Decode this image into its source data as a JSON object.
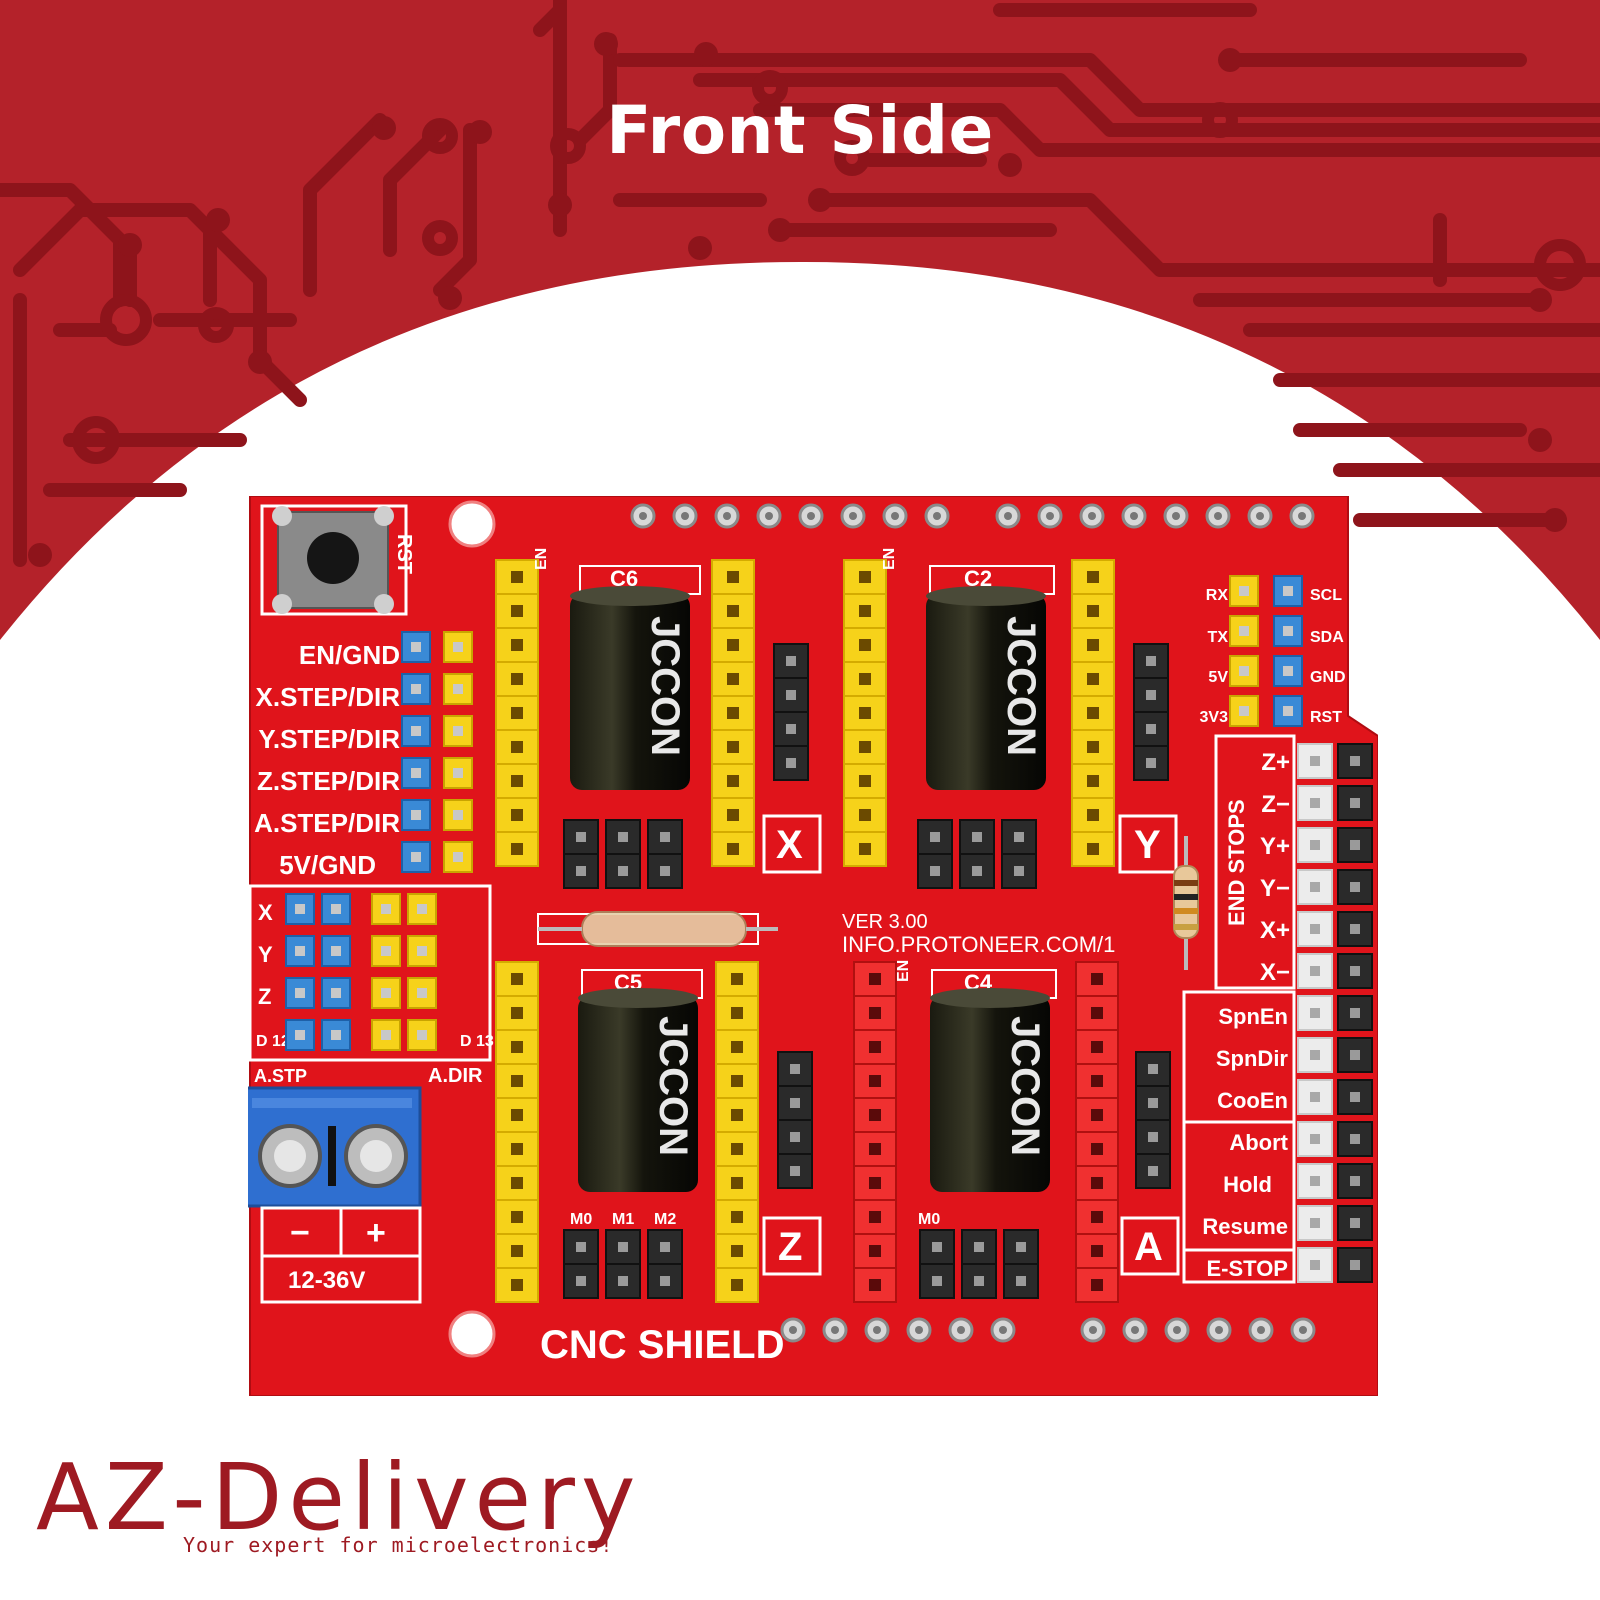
{
  "banner": {
    "title": "Front Side"
  },
  "colors": {
    "banner_red": "#b4222a",
    "trace_red": "#8e141b",
    "pcb_red": "#e0141b",
    "header_yellow": "#f6d21a",
    "header_blue": "#3a8ad6"
  },
  "board": {
    "silk_rst": "RST",
    "left_labels": [
      "EN/GND",
      "X.STEP/DIR",
      "Y.STEP/DIR",
      "Z.STEP/DIR",
      "A.STEP/DIR",
      "5V/GND"
    ],
    "axis_jumper_labels": [
      "X",
      "Y",
      "Z"
    ],
    "d12": "D 12",
    "d13": "D 13",
    "a_step": "A.STP",
    "a_dir": "A.DIR",
    "power_minus": "−",
    "power_plus": "+",
    "power_voltage": "12-36V",
    "driver_axes": [
      "X",
      "Y",
      "Z",
      "A"
    ],
    "capacitor_labels": [
      "C6",
      "C2",
      "C5",
      "C4"
    ],
    "cap_brand": "JCCON",
    "en_label": "EN",
    "microstep_labels": [
      "M0",
      "M1",
      "M2"
    ],
    "version": "VER 3.00",
    "website": "INFO.PROTONEER.COM/1",
    "board_name": "CNC SHIELD",
    "i2c_left": [
      "RX",
      "TX",
      "5V",
      "3V3"
    ],
    "i2c_right": [
      "SCL",
      "SDA",
      "GND",
      "RST"
    ],
    "end_stops_title": "END STOPS",
    "end_stops": [
      "Z+",
      "Z−",
      "Y+",
      "Y−",
      "X+",
      "X−"
    ],
    "controls": [
      "SpnEn",
      "SpnDir",
      "CooEn",
      "Abort",
      "Hold",
      "Resume",
      "E-STOP"
    ]
  },
  "brand": {
    "logo": "AZ-Delivery",
    "tagline": "Your expert for microelectronics!"
  }
}
